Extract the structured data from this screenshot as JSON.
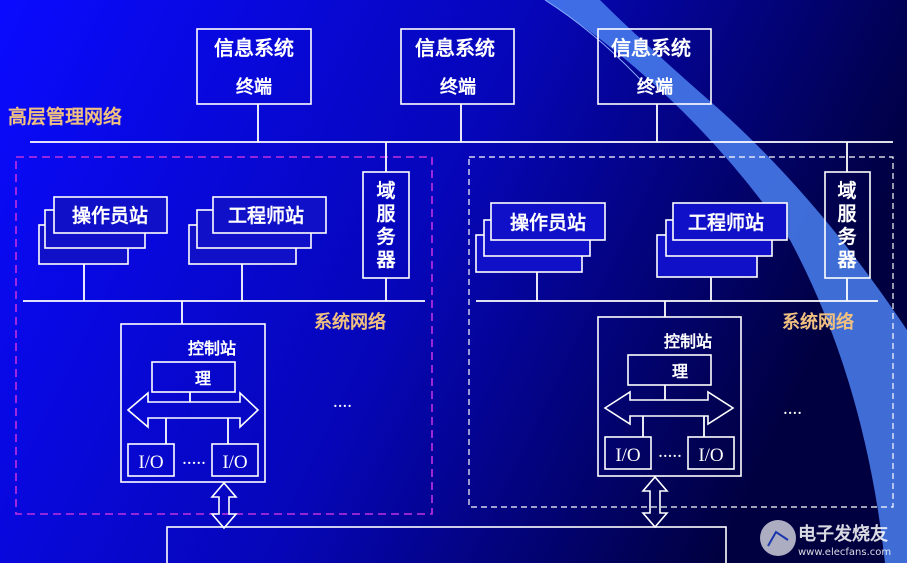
{
  "colors": {
    "background_left": "#0a0aff",
    "background_right": "#000050",
    "label_orange": "#f0c080",
    "left_domain_border": "#c030e0",
    "right_domain_border": "#ffffff",
    "swoosh": "#4a80f0"
  },
  "top_terminals": [
    {
      "line1": "信息系统",
      "line2": "终端"
    },
    {
      "line1": "信息系统",
      "line2": "终端"
    },
    {
      "line1": "信息系统",
      "line2": "终端"
    }
  ],
  "high_level_network_label": "高层管理网络",
  "left_domain": {
    "domain_server": [
      "域",
      "服",
      "务",
      "器"
    ],
    "operator_station": "操作员站",
    "engineer_station": "工程师站",
    "system_network_label": "系统网络",
    "control_station": {
      "title": "控制站",
      "processor": "理",
      "io1": "I/O",
      "io_dots": ".....",
      "io2": "I/O"
    },
    "more_dots": "...."
  },
  "right_domain": {
    "domain_server": [
      "域",
      "服",
      "务",
      "器"
    ],
    "operator_station": "操作员站",
    "engineer_station": "工程师站",
    "system_network_label": "系统网络",
    "control_station": {
      "title": "控制站",
      "processor": "理",
      "io1": "I/O",
      "io_dots": ".....",
      "io2": "I/O"
    },
    "more_dots": "...."
  },
  "watermark": {
    "brand": "电子发烧友",
    "url": "www.elecfans.com"
  }
}
